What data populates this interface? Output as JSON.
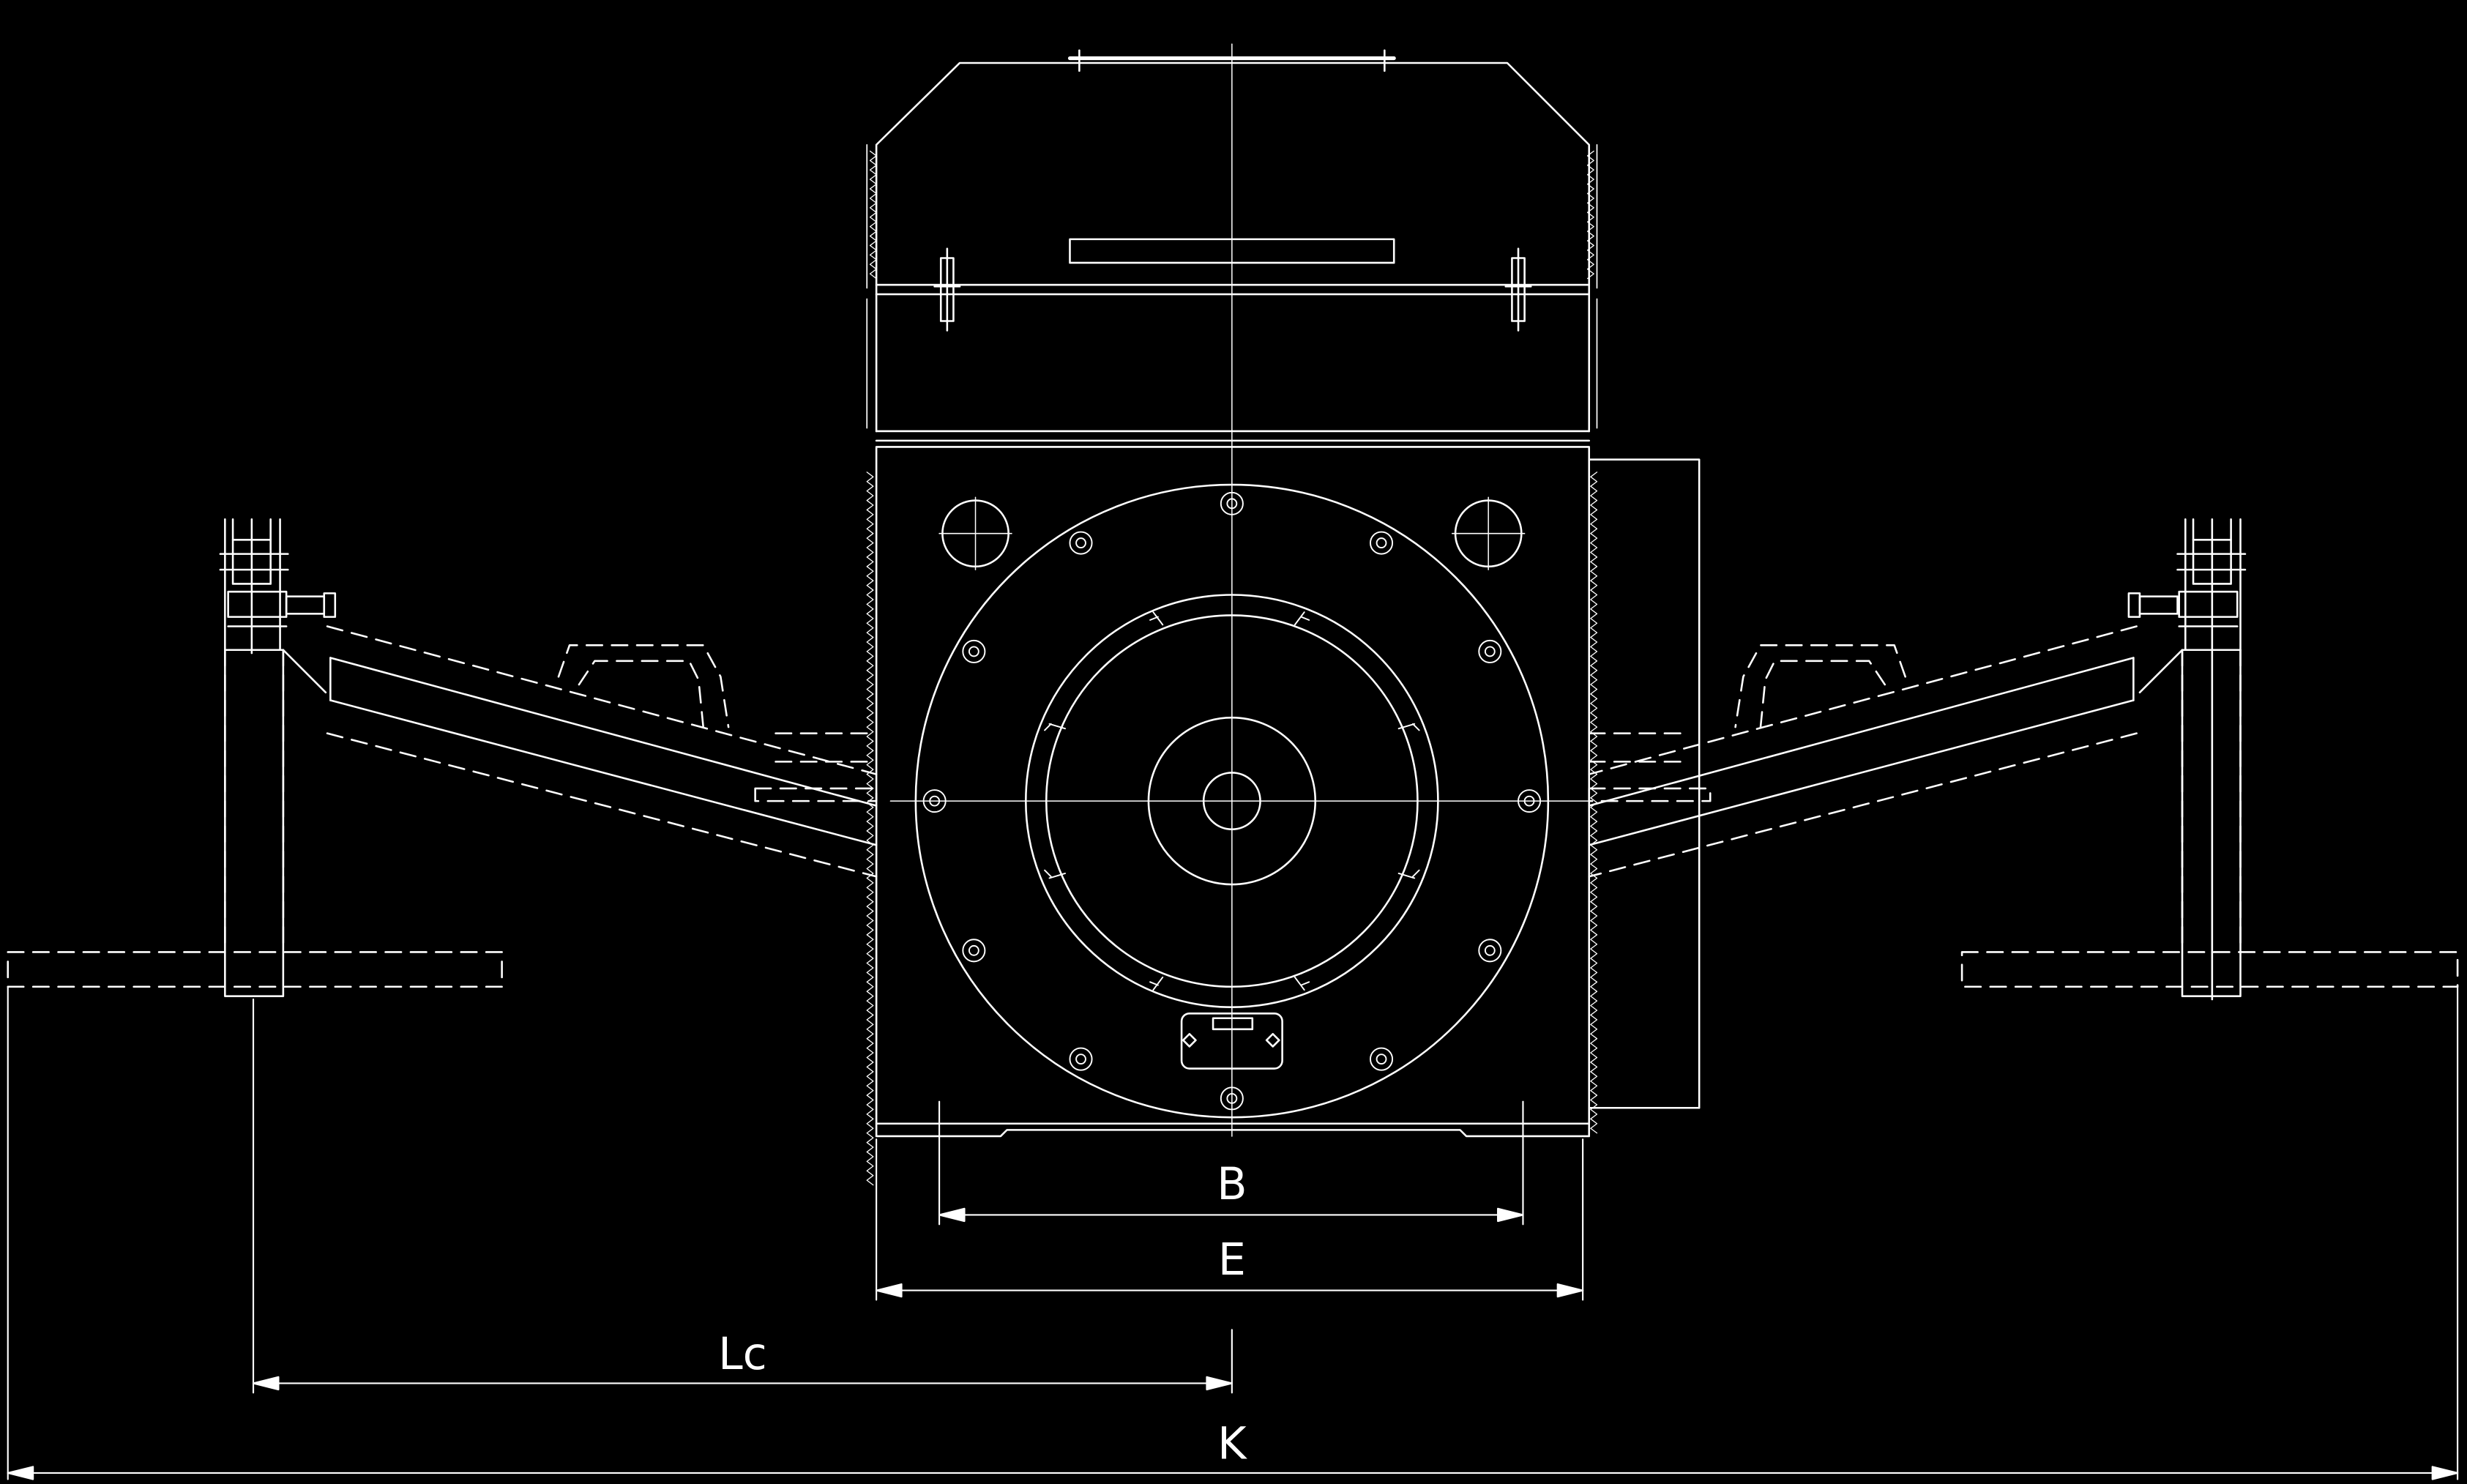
{
  "drawing": {
    "background": "#000000",
    "line_color": "#ffffff",
    "dimensions": {
      "b": "B",
      "e": "E",
      "lc": "Lc",
      "k": "K"
    }
  }
}
